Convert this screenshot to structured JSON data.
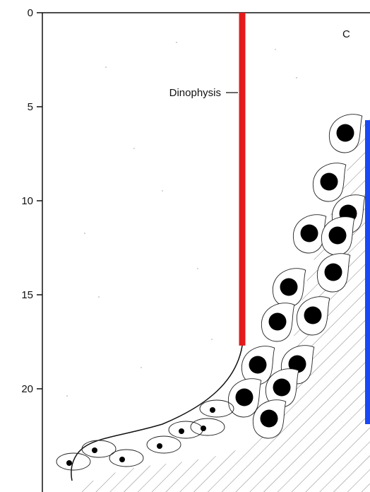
{
  "panel_label": "C",
  "depth_axis": {
    "ticks": [
      0,
      5,
      10,
      15,
      20
    ],
    "range": [
      0,
      25
    ]
  },
  "annotation": {
    "label": "Dinophysis",
    "color": "#e41b1b",
    "depth_start": 0,
    "depth_end": 17.7
  },
  "colors": {
    "annotation_bar": "#e41b1b",
    "edge_strip": "#1a49f2",
    "cells": "#000000"
  }
}
